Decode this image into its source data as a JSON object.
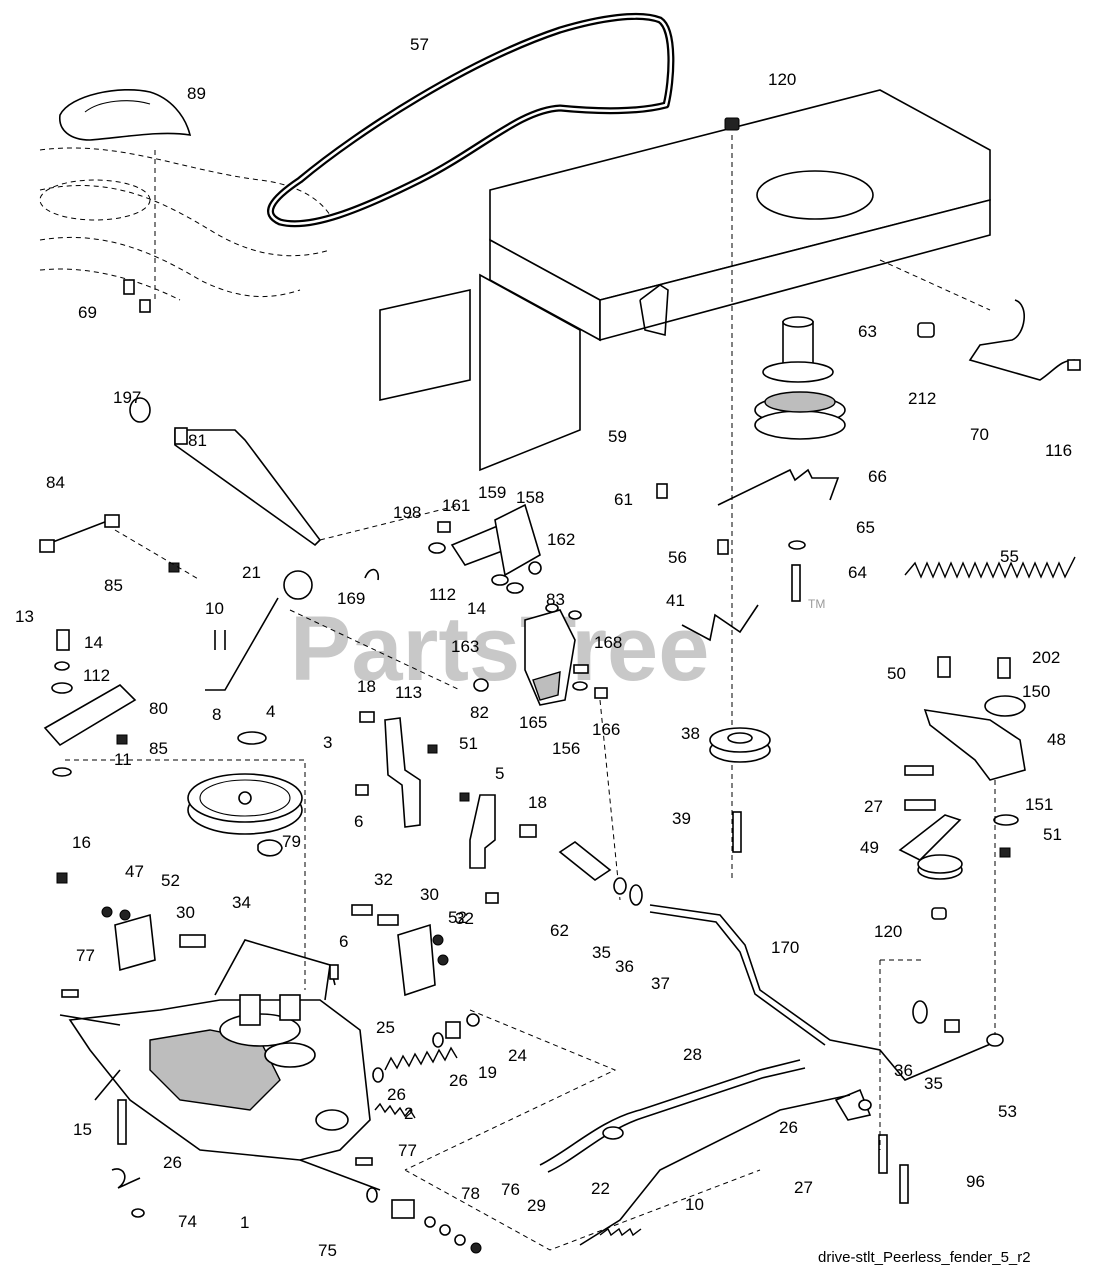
{
  "diagram": {
    "watermark": "PartsTree",
    "watermark_tm": "TM",
    "footer": "drive-stlt_Peerless_fender_5_r2",
    "part_labels": [
      "57",
      "120",
      "89",
      "69",
      "63",
      "212",
      "70",
      "116",
      "59",
      "61",
      "197",
      "81",
      "66",
      "84",
      "198",
      "161",
      "159",
      "158",
      "162",
      "65",
      "56",
      "64",
      "85",
      "55",
      "21",
      "169",
      "112",
      "14",
      "83",
      "10",
      "41",
      "13",
      "163",
      "168",
      "14",
      "112",
      "80",
      "8",
      "82",
      "18",
      "113",
      "165",
      "156",
      "166",
      "50",
      "202",
      "150",
      "85",
      "4",
      "3",
      "51",
      "38",
      "48",
      "11",
      "6",
      "5",
      "18",
      "27",
      "151",
      "39",
      "79",
      "51",
      "16",
      "49",
      "47",
      "52",
      "30",
      "32",
      "30",
      "6",
      "32",
      "52",
      "62",
      "35",
      "36",
      "37",
      "170",
      "34",
      "120",
      "77",
      "25",
      "24",
      "26",
      "19",
      "36",
      "35",
      "26",
      "2",
      "28",
      "53",
      "15",
      "77",
      "26",
      "74",
      "78",
      "76",
      "29",
      "22",
      "10",
      "27",
      "96",
      "26",
      "1",
      "75"
    ]
  }
}
